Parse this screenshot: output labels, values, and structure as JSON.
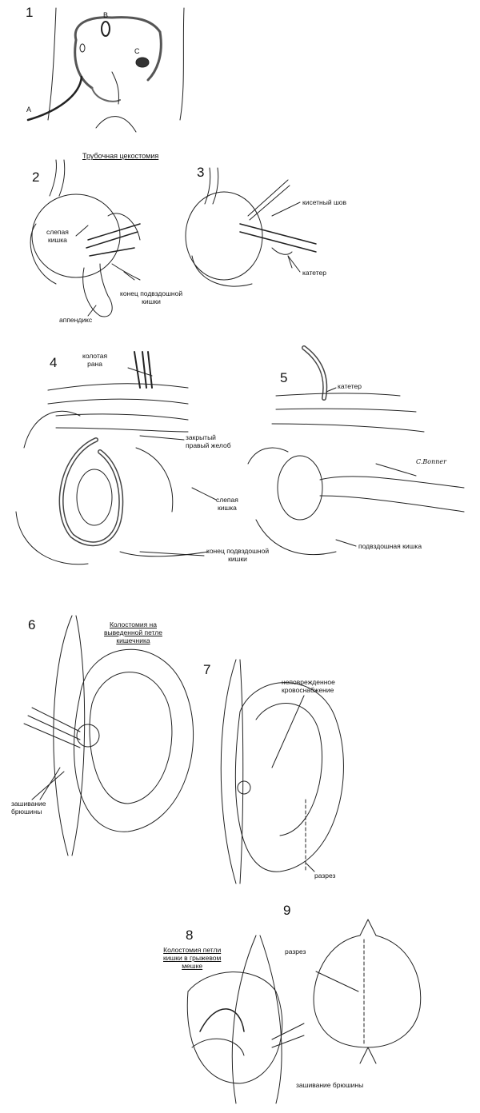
{
  "figures": [
    {
      "number": "1",
      "labels": {
        "a": "A",
        "b": "B",
        "c": "C"
      }
    },
    {
      "number": "2",
      "caption": "Трубочная цекостомия",
      "labels": {
        "cecum": "слепая\nкишка",
        "appendix": "аппендикс",
        "ileum_end": "конец подвздошной\nкишки"
      }
    },
    {
      "number": "3",
      "labels": {
        "purse_string": "кисетный шов",
        "catheter": "катетер"
      }
    },
    {
      "number": "4",
      "labels": {
        "stab_wound": "колотая\nрана",
        "closed_gutter": "закрытый\nправый желоб",
        "cecum": "слепая\nкишка",
        "ileum_end": "конец подвздошной\nкишки"
      }
    },
    {
      "number": "5",
      "labels": {
        "catheter": "катетер",
        "ileum": "подвздошная кишка",
        "signature": "C.Bonner"
      }
    },
    {
      "number": "6",
      "caption": "Колостомия на\nвыведенной петле\nкишечника",
      "labels": {
        "peritoneum_suture": "зашивание\nбрюшины"
      }
    },
    {
      "number": "7",
      "labels": {
        "intact_blood": "неповрежденное\nкровоснабжение",
        "incision": "разрез"
      }
    },
    {
      "number": "8",
      "caption": "Колостомия петли\nкишки в грыжевом\nмешке"
    },
    {
      "number": "9",
      "labels": {
        "incision": "разрез",
        "peritoneum_suture": "зашивание брюшины"
      }
    }
  ],
  "colors": {
    "ink": "#111111",
    "paper": "#ffffff"
  }
}
